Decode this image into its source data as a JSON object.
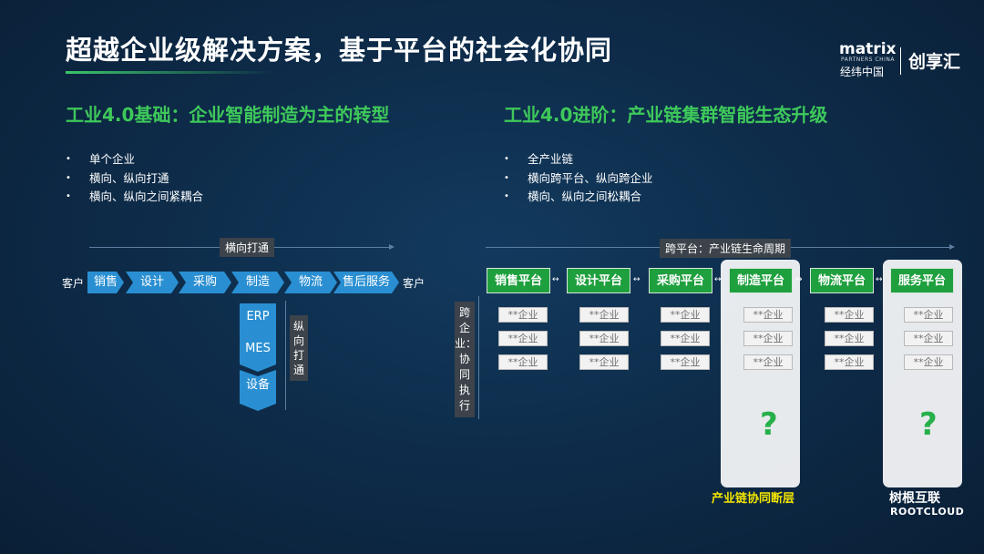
{
  "title": "超越企业级解决方案，基于平台的社会化协同",
  "logos": {
    "matrix": "matrix",
    "matrix_sub": "PARTNERS CHINA",
    "matrix_cn": "经纬中国",
    "cxh": "创享汇",
    "rootcloud_cn": "树根互联",
    "rootcloud_en": "ROOTCLOUD"
  },
  "left": {
    "heading": "工业4.0基础：企业智能制造为主的转型",
    "bullets": [
      "单个企业",
      "横向、纵向打通",
      "横向、纵向之间紧耦合"
    ],
    "horizontal_label": "横向打通",
    "customer_left": "客户",
    "customer_right": "客户",
    "chain": [
      "销售",
      "设计",
      "采购",
      "制造",
      "物流",
      "售后服务"
    ],
    "vertical_stack": [
      "ERP",
      "MES",
      "设备"
    ],
    "vertical_label": "纵向打通"
  },
  "right": {
    "heading": "工业4.0进阶：产业链集群智能生态升级",
    "bullets": [
      "全产业链",
      "横向跨平台、纵向跨企业",
      "横向、纵向之间松耦合"
    ],
    "horizontal_label": "跨平台：产业链生命周期",
    "vertical_label": "跨企业：协同执行",
    "platforms": [
      "销售平台",
      "设计平台",
      "采购平台",
      "制造平台",
      "物流平台",
      "服务平台"
    ],
    "enterprise": "**企业",
    "question": "?",
    "gap_label": "产业链协同断层",
    "connector": "↔"
  }
}
